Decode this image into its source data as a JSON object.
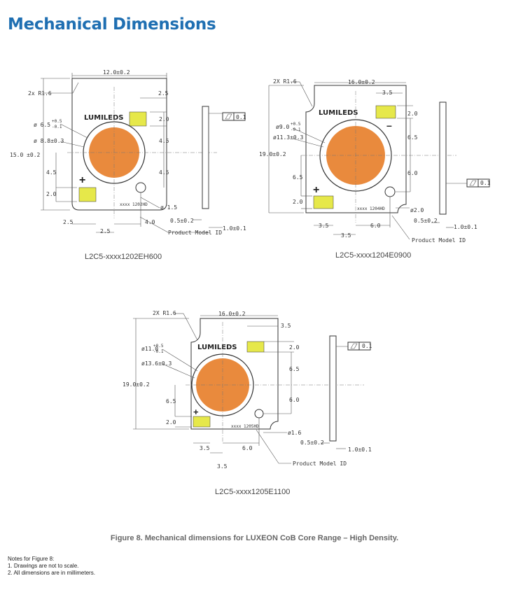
{
  "page": {
    "title": "Mechanical Dimensions"
  },
  "drawings": [
    {
      "caption": "L2C5-xxxx1202EH600",
      "width_dim": "12.0±0.2",
      "height_dim": "15.0 ±0.2",
      "corner_radius": "2x R1.6",
      "les_outer": "ø 6.5",
      "les_outer_tol_plus": "+0.5",
      "les_outer_tol_minus": "-0.1",
      "les_inner": "ø 8.8±0.3",
      "pad_w": "2.5",
      "pad_h": "2.0",
      "dim_a": "4.5",
      "dim_b": "4.5",
      "dim_c": "4.5",
      "dim_d": "2.0",
      "dim_e": "2.5",
      "dim_f": "2.5",
      "dim_g": "4.0",
      "hole": "ø 1.5",
      "thickness": "0.5±0.2",
      "total_h": "1.0±0.1",
      "flatness": "0.1",
      "model_label": "Product Model ID",
      "model_text": "xxxx 1202HD"
    },
    {
      "caption": "L2C5-xxxx1204E0900",
      "width_dim": "16.0±0.2",
      "height_dim": "19.0±0.2",
      "corner_radius": "2X R1.6",
      "les_outer": "ø9.0",
      "les_outer_tol_plus": "+0.5",
      "les_outer_tol_minus": "-0.1",
      "les_inner": "ø11.3±0.3",
      "pad_w": "3.5",
      "pad_h": "2.0",
      "dim_a": "6.5",
      "dim_b": "6.0",
      "dim_c": "6.5",
      "dim_d": "2.0",
      "dim_e": "3.5",
      "dim_f": "3.5",
      "dim_g": "6.0",
      "hole": "ø2.0",
      "thickness": "0.5±0.2",
      "total_h": "1.0±0.1",
      "flatness": "0.1",
      "model_label": "Product Model ID",
      "model_text": "xxxx 1204HD"
    },
    {
      "caption": "L2C5-xxxx1205E1100",
      "width_dim": "16.0±0.2",
      "height_dim": "19.0±0.2",
      "corner_radius": "2X R1.6",
      "les_outer": "ø11.0",
      "les_outer_tol_plus": "+0.5",
      "les_outer_tol_minus": "-0.1",
      "les_inner": "ø13.6±0.3",
      "pad_w": "3.5",
      "pad_h": "2.0",
      "dim_a": "6.5",
      "dim_b": "6.0",
      "dim_c": "6.5",
      "dim_d": "2.0",
      "dim_e": "3.5",
      "dim_f": "3.5",
      "dim_g": "6.0",
      "hole": "ø1.6",
      "thickness": "0.5±0.2",
      "total_h": "1.0±0.1",
      "flatness": "0.1",
      "model_label": "Product Model ID",
      "model_text": "xxxx 1205HD"
    }
  ],
  "logo_text": "LUMILEDS",
  "figure_caption": "Figure 8. Mechanical dimensions for LUXEON CoB Core Range – High Density.",
  "notes": {
    "heading": "Notes for Figure 8:",
    "items": [
      "1.  Drawings are not to scale.",
      "2.  All dimensions are in millimeters."
    ]
  },
  "colors": {
    "title": "#1f6fb2",
    "les": "#e98a3d",
    "pad": "#e6e84a"
  }
}
